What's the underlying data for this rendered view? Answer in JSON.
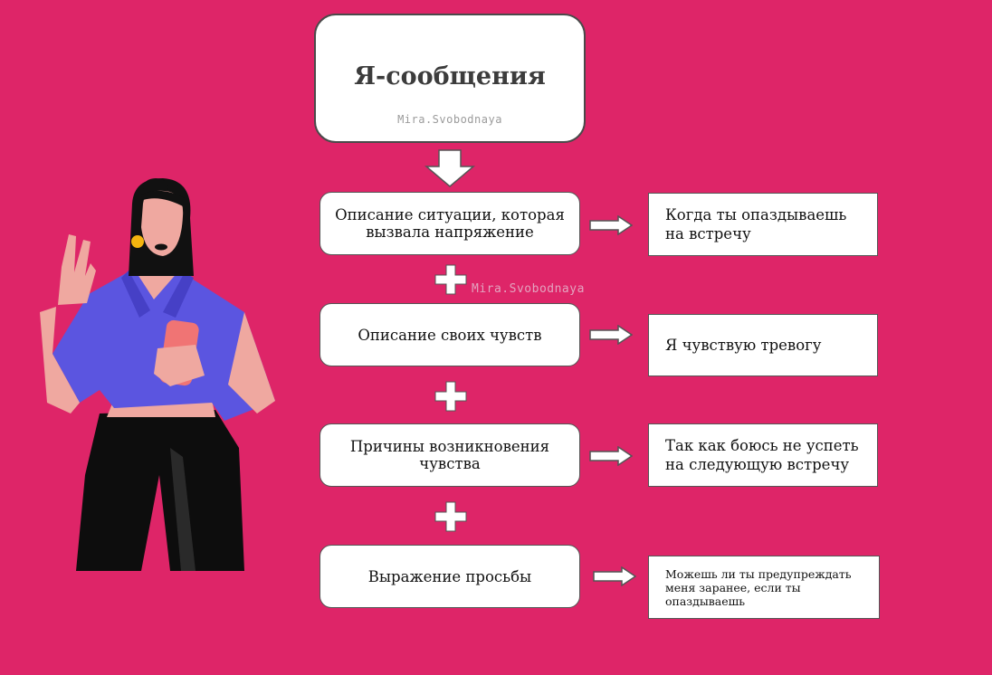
{
  "header": {
    "title": "Я-сообщения",
    "watermark": "Mira.Svobodnaya"
  },
  "watermark2": "Mira.Svobodnaya",
  "steps": [
    {
      "label": "Описание ситуации, которая вызвала напряжение",
      "example": "Когда ты опаздываешь на встречу"
    },
    {
      "label": "Описание своих чувств",
      "example": "Я чувствую тревогу"
    },
    {
      "label": "Причины возникновения чувства",
      "example": "Так как боюсь не успеть на следующую встречу"
    },
    {
      "label": "Выражение просьбы",
      "example": "Можешь ли ты предупреждать меня заранее, если ты опаздываешь"
    }
  ],
  "colors": {
    "background": "#de2568",
    "box": "#ffffff",
    "border": "#4a4a4a"
  },
  "icons": [
    "down-arrow-icon",
    "right-arrow-icon",
    "plus-icon",
    "woman-with-phone-illustration"
  ]
}
